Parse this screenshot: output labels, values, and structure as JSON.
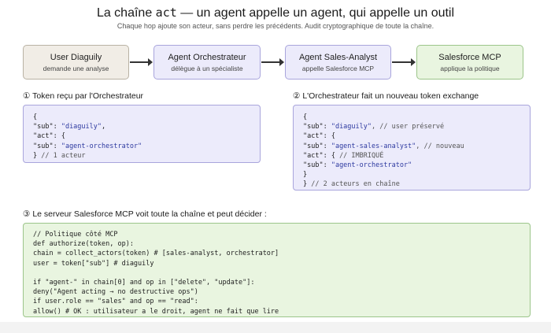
{
  "header": {
    "title_before": "La chaîne ",
    "title_code": "act",
    "title_after": " — un agent appelle un agent, qui appelle un outil",
    "subtitle": "Chaque hop ajoute son acteur, sans perdre les précédents. Audit cryptographique de toute la chaîne."
  },
  "flow": {
    "nodes": [
      {
        "title": "User Diaguily",
        "subtitle": "demande une analyse"
      },
      {
        "title": "Agent Orchestrateur",
        "subtitle": "délègue à un spécialiste"
      },
      {
        "title": "Agent Sales-Analyst",
        "subtitle": "appelle Salesforce MCP"
      },
      {
        "title": "Salesforce MCP",
        "subtitle": "applique la politique"
      }
    ]
  },
  "sections": {
    "step1": {
      "heading": "① Token reçu par l'Orchestrateur",
      "lines": [
        {
          "a": "{",
          "s": "",
          "c": ""
        },
        {
          "a": "\"sub\": ",
          "s": "\"diaguily\"",
          "c": ","
        },
        {
          "a": "\"act\": {",
          "s": "",
          "c": ""
        },
        {
          "a": "\"sub\": ",
          "s": "\"agent-orchestrator\"",
          "c": ""
        },
        {
          "a": "} ",
          "s": "",
          "c": "// 1 acteur"
        }
      ]
    },
    "step2": {
      "heading": "② L'Orchestrateur fait un nouveau token exchange",
      "lines": [
        {
          "a": "{",
          "s": "",
          "c": ""
        },
        {
          "a": "\"sub\": ",
          "s": "\"diaguily\"",
          "c": ", // user préservé"
        },
        {
          "a": "\"act\": {",
          "s": "",
          "c": ""
        },
        {
          "a": "\"sub\": ",
          "s": "\"agent-sales-analyst\"",
          "c": ", // nouveau"
        },
        {
          "a": "\"act\": { ",
          "s": "",
          "c": "// IMBRIQUÉ"
        },
        {
          "a": "\"sub\": ",
          "s": "\"agent-orchestrator\"",
          "c": ""
        },
        {
          "a": "}",
          "s": "",
          "c": ""
        },
        {
          "a": "} ",
          "s": "",
          "c": "// 2 acteurs en chaîne"
        }
      ]
    },
    "step3": {
      "heading": "③ Le serveur Salesforce MCP voit toute la chaîne et peut décider :",
      "lines": [
        "// Politique côté MCP",
        "def authorize(token, op):",
        "chain = collect_actors(token) # [sales-analyst, orchestrator]",
        "user = token[\"sub\"] # diaguily",
        "",
        "if \"agent-\" in chain[0] and op in [\"delete\", \"update\"]:",
        "deny(\"Agent acting → no destructive ops\")",
        "if user.role == \"sales\" and op == \"read\":",
        "allow() # OK : utilisateur a le droit, agent ne fait que lire"
      ]
    }
  }
}
